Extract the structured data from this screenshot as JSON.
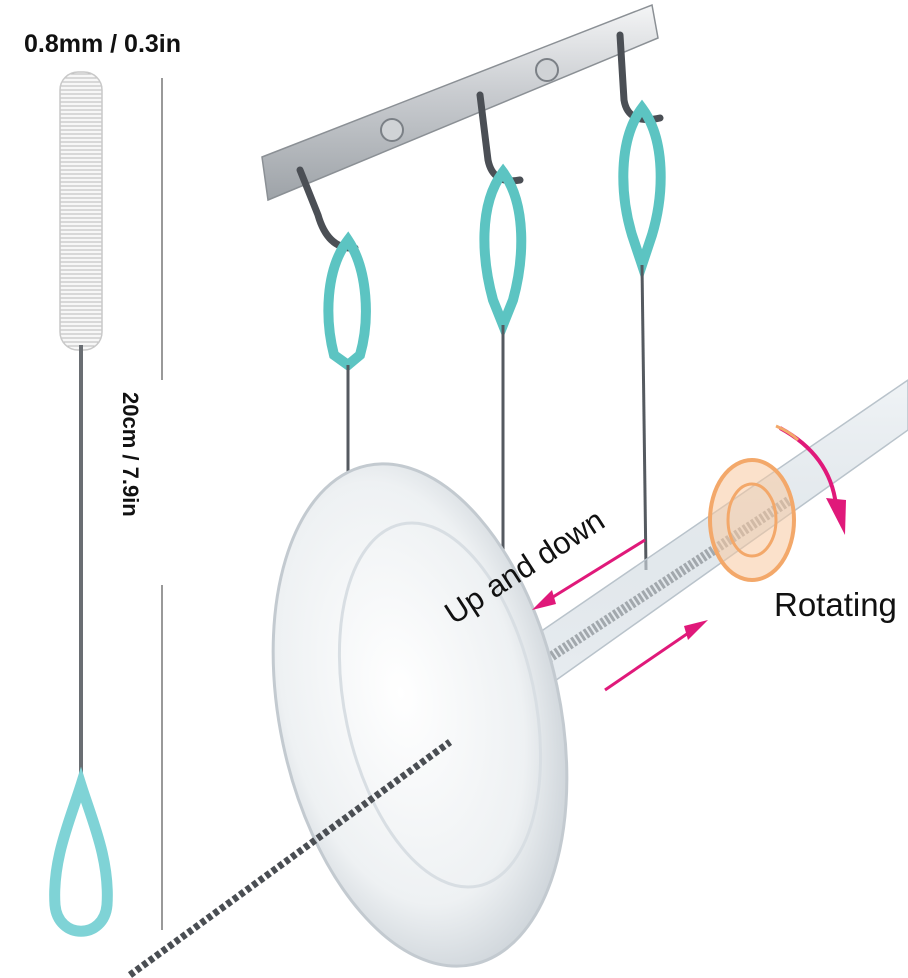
{
  "labels": {
    "diameter": "0.8mm / 0.3in",
    "length": "20cm / 7.9in",
    "up_and_down": "Up and down",
    "rotating": "Rotating"
  },
  "colors": {
    "loop": "#5cc4c2",
    "loop_light": "#7fd3d6",
    "rack": "#d9dcdf",
    "arrow": "#e0197a",
    "ring": "#f3a86a",
    "wire": "#555a60"
  }
}
